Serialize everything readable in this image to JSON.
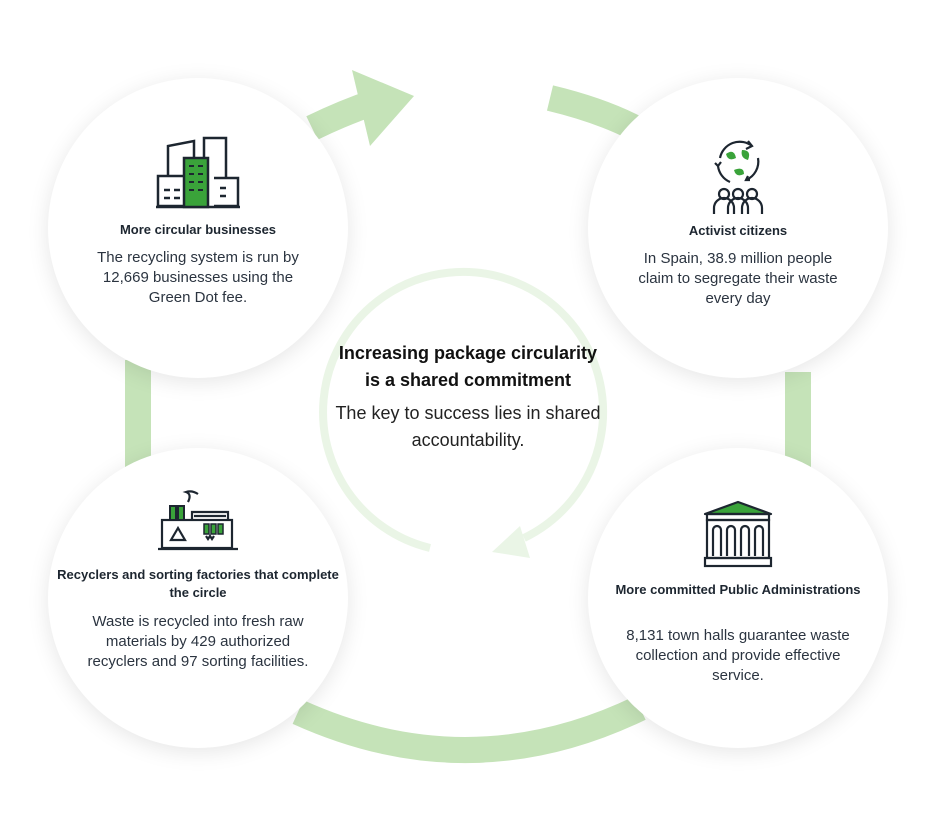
{
  "colors": {
    "arrow": "#c5e3b8",
    "inner_arrow": "#eaf5e6",
    "accent_green": "#3aa33a",
    "icon_stroke": "#1d2630"
  },
  "center": {
    "heading": "Increasing package circularity is a shared commitment",
    "subtitle": "The key to success lies in shared accountability."
  },
  "circles": [
    {
      "id": "businesses",
      "icon": "city-buildings-icon",
      "title": "More circular businesses",
      "description": "The recycling system is run by 12,669 businesses using the Green Dot fee."
    },
    {
      "id": "citizens",
      "icon": "citizens-recycling-icon",
      "title": "Activist citizens",
      "description": "In Spain, 38.9 million people claim to segregate their waste every day"
    },
    {
      "id": "recyclers",
      "icon": "recycling-factory-icon",
      "title": "Recyclers and sorting factories that complete the circle",
      "description": "Waste is recycled into fresh raw materials by 429 authorized recyclers and 97 sorting facilities."
    },
    {
      "id": "administrations",
      "icon": "government-building-icon",
      "title": "More committed Public Administrations",
      "description": "8,131 town halls guarantee waste collection and provide effective service."
    }
  ]
}
